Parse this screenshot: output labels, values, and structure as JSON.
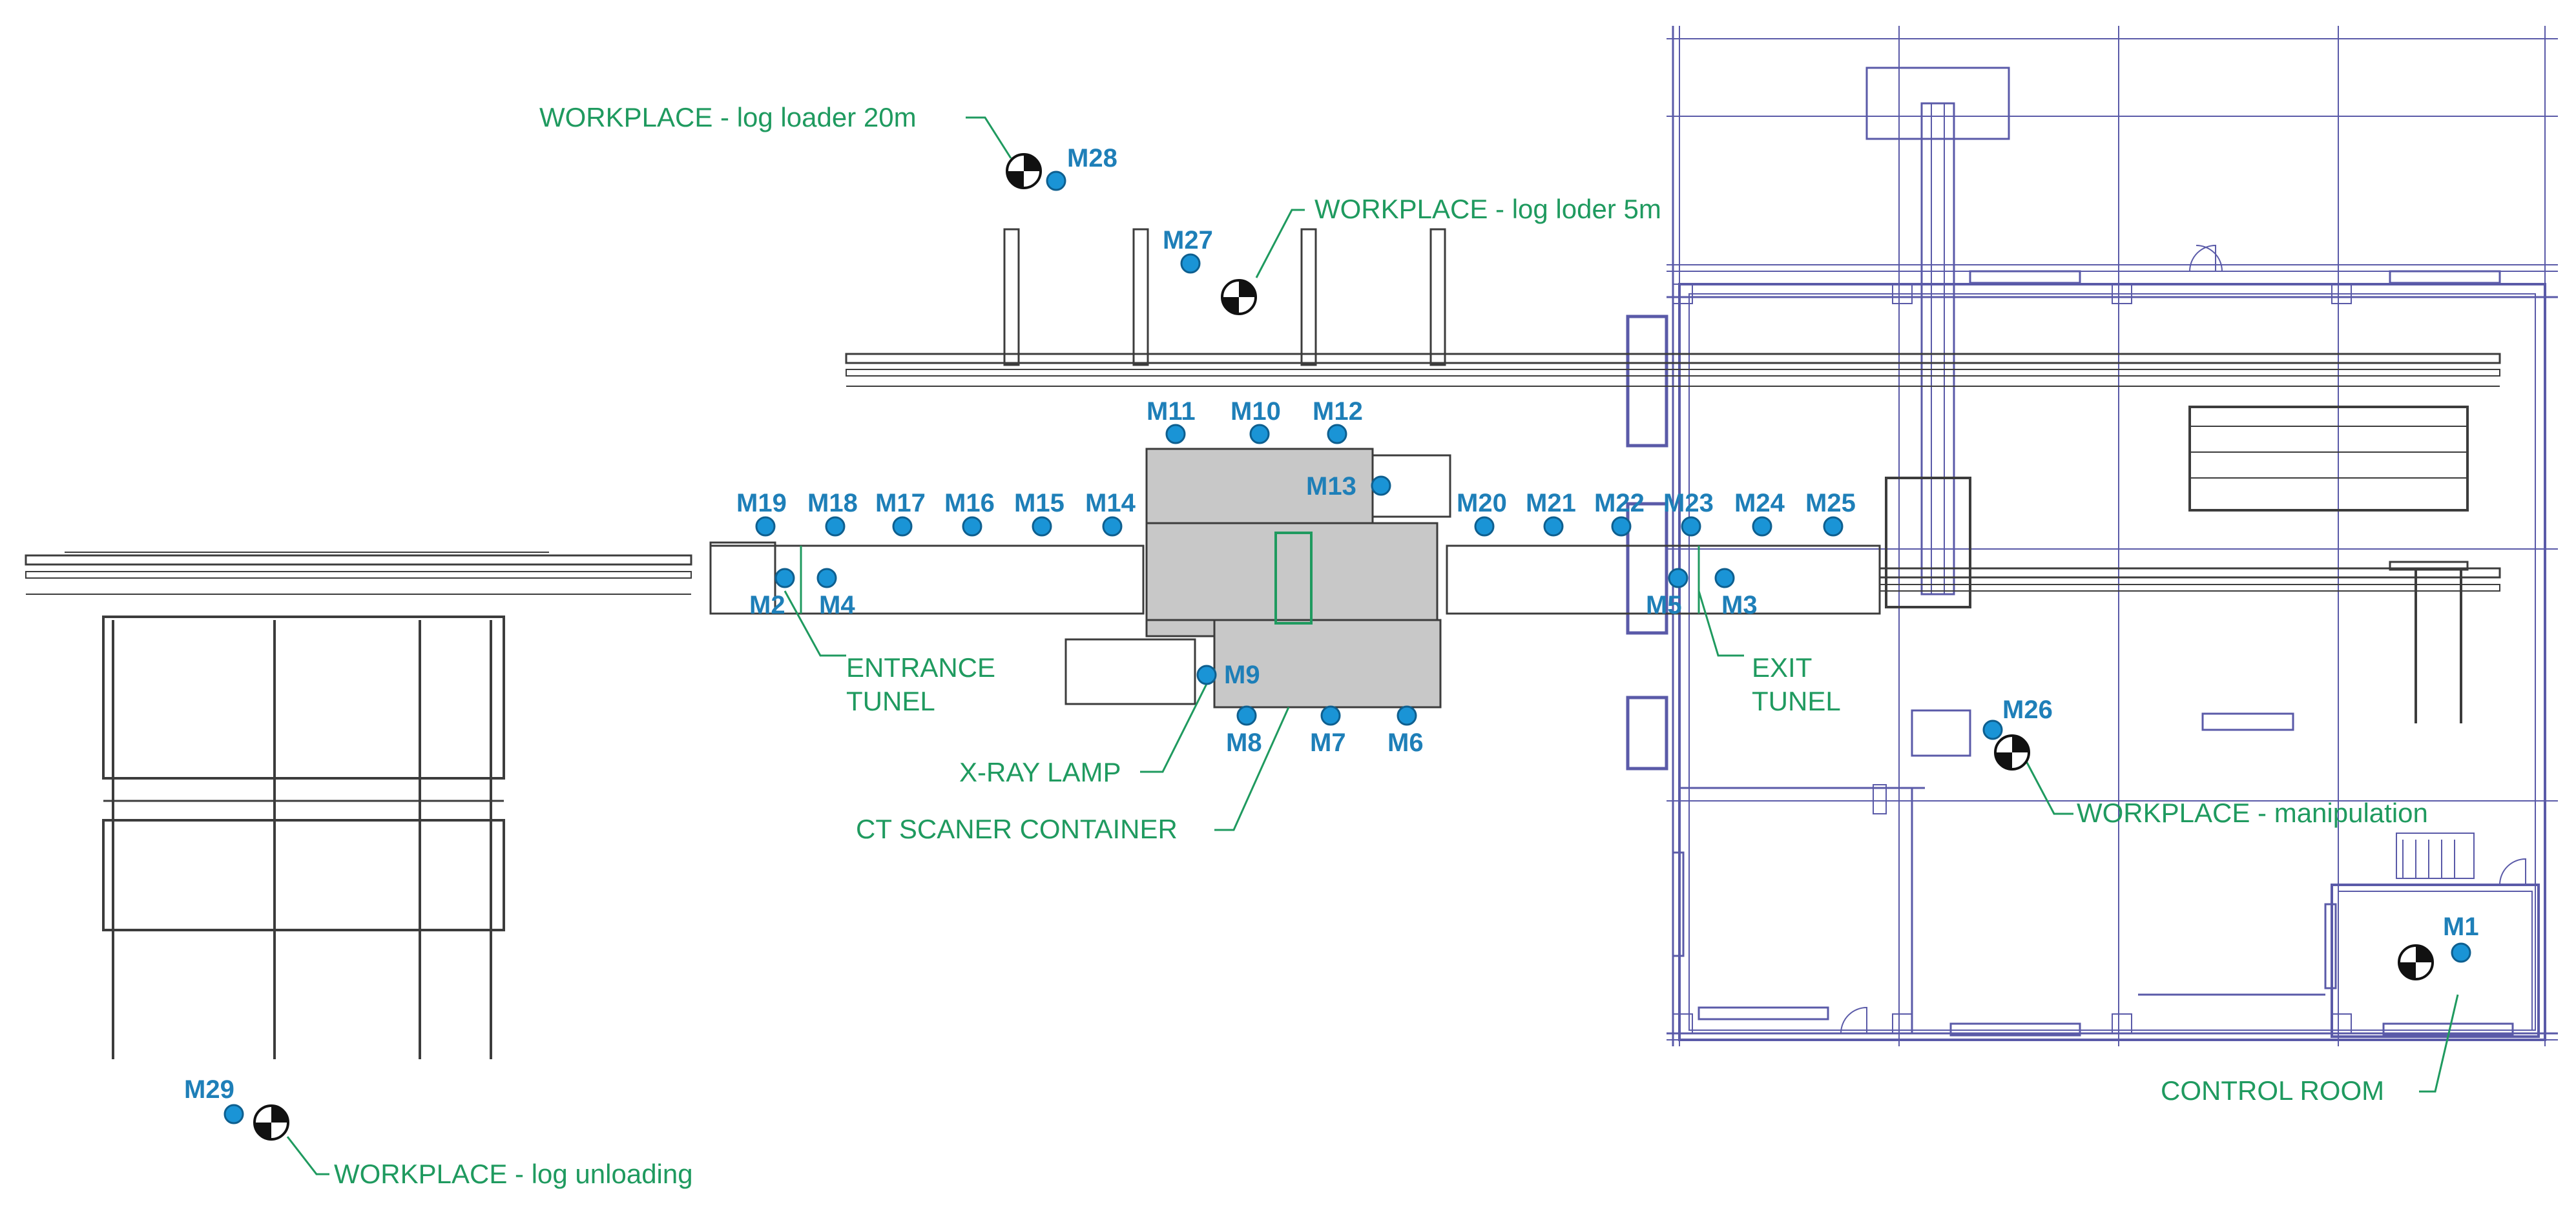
{
  "annotations": {
    "log_loader_20m": "WORKPLACE - log loader 20m",
    "log_loader_5m": "WORKPLACE - log loder 5m",
    "entrance_tunel_line1": "ENTRANCE",
    "entrance_tunel_line2": "TUNEL",
    "exit_tunel_line1": "EXIT",
    "exit_tunel_line2": "TUNEL",
    "xray_lamp": "X-RAY LAMP",
    "ct_container": "CT SCANER CONTAINER",
    "manipulation": "WORKPLACE - manipulation",
    "control_room": "CONTROL ROOM",
    "log_unloading": "WORKPLACE - log unloading"
  },
  "points": {
    "m1": "M1",
    "m2": "M2",
    "m3": "M3",
    "m4": "M4",
    "m5": "M5",
    "m6": "M6",
    "m7": "M7",
    "m8": "M8",
    "m9": "M9",
    "m10": "M10",
    "m11": "M11",
    "m12": "M12",
    "m13": "M13",
    "m14": "M14",
    "m15": "M15",
    "m16": "M16",
    "m17": "M17",
    "m18": "M18",
    "m19": "M19",
    "m20": "M20",
    "m21": "M21",
    "m22": "M22",
    "m23": "M23",
    "m24": "M24",
    "m25": "M25",
    "m26": "M26",
    "m27": "M27",
    "m28": "M28",
    "m29": "M29"
  },
  "colors": {
    "annotation": "#1f9a5f",
    "measure_point": "#1a94d6",
    "measure_label": "#1e7fb8",
    "building": "#5a5aa8",
    "machinery": "#3c3c3c",
    "container_fill": "#c8c8c8"
  },
  "icons": {
    "workplace": "workplace-target-icon",
    "measurement": "measurement-point-icon"
  }
}
